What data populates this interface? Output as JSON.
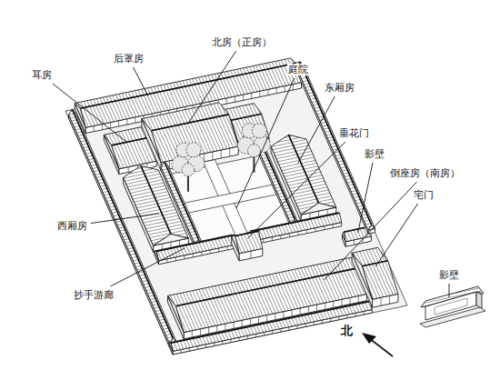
{
  "diagram": {
    "labels": [
      "后罩房",
      "耳房",
      "北房（正房）",
      "庭院",
      "东厢房",
      "垂花门",
      "影壁",
      "倒座房（南房）",
      "宅门",
      "西厢房",
      "抄手游廊",
      "影壁",
      "北"
    ]
  }
}
